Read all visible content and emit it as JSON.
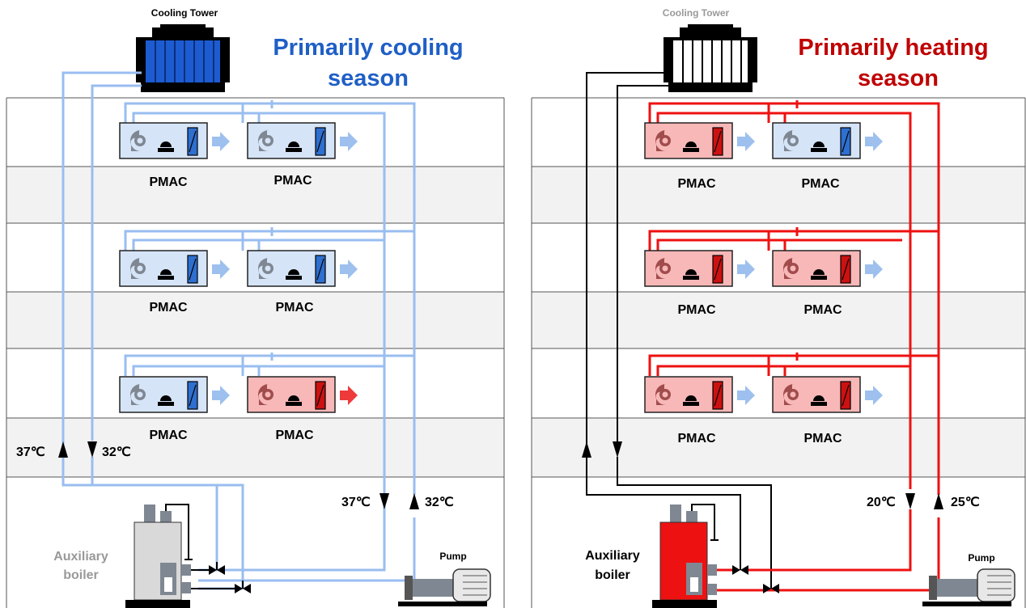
{
  "left": {
    "tower_label": "Cooling Tower",
    "title_line1": "Primarily cooling",
    "title_line2": "season",
    "pmac": [
      "PMAC",
      "PMAC",
      "PMAC",
      "PMAC",
      "PMAC",
      "PMAC"
    ],
    "temp_ret": "37℃",
    "temp_sup": "32℃",
    "temp_ret2": "37℃",
    "temp_sup2": "32℃",
    "boiler_line1": "Auxiliary",
    "boiler_line2": "boiler",
    "pump_label": "Pump"
  },
  "right": {
    "tower_label": "Cooling Tower",
    "title_line1": "Primarily heating",
    "title_line2": "season",
    "pmac": [
      "PMAC",
      "PMAC",
      "PMAC",
      "PMAC",
      "PMAC",
      "PMAC"
    ],
    "temp_ret2": "20℃",
    "temp_sup2": "25℃",
    "boiler_line1": "Auxiliary",
    "boiler_line2": "boiler",
    "pump_label": "Pump"
  },
  "colors": {
    "cool_pipe": "#99bdf0",
    "heat_pipe": "#ee1111",
    "cool_fill": "#d6e4f7",
    "heat_fill": "#f8b8b8",
    "cool_title": "#1f5fc6",
    "heat_title": "#c00000"
  }
}
